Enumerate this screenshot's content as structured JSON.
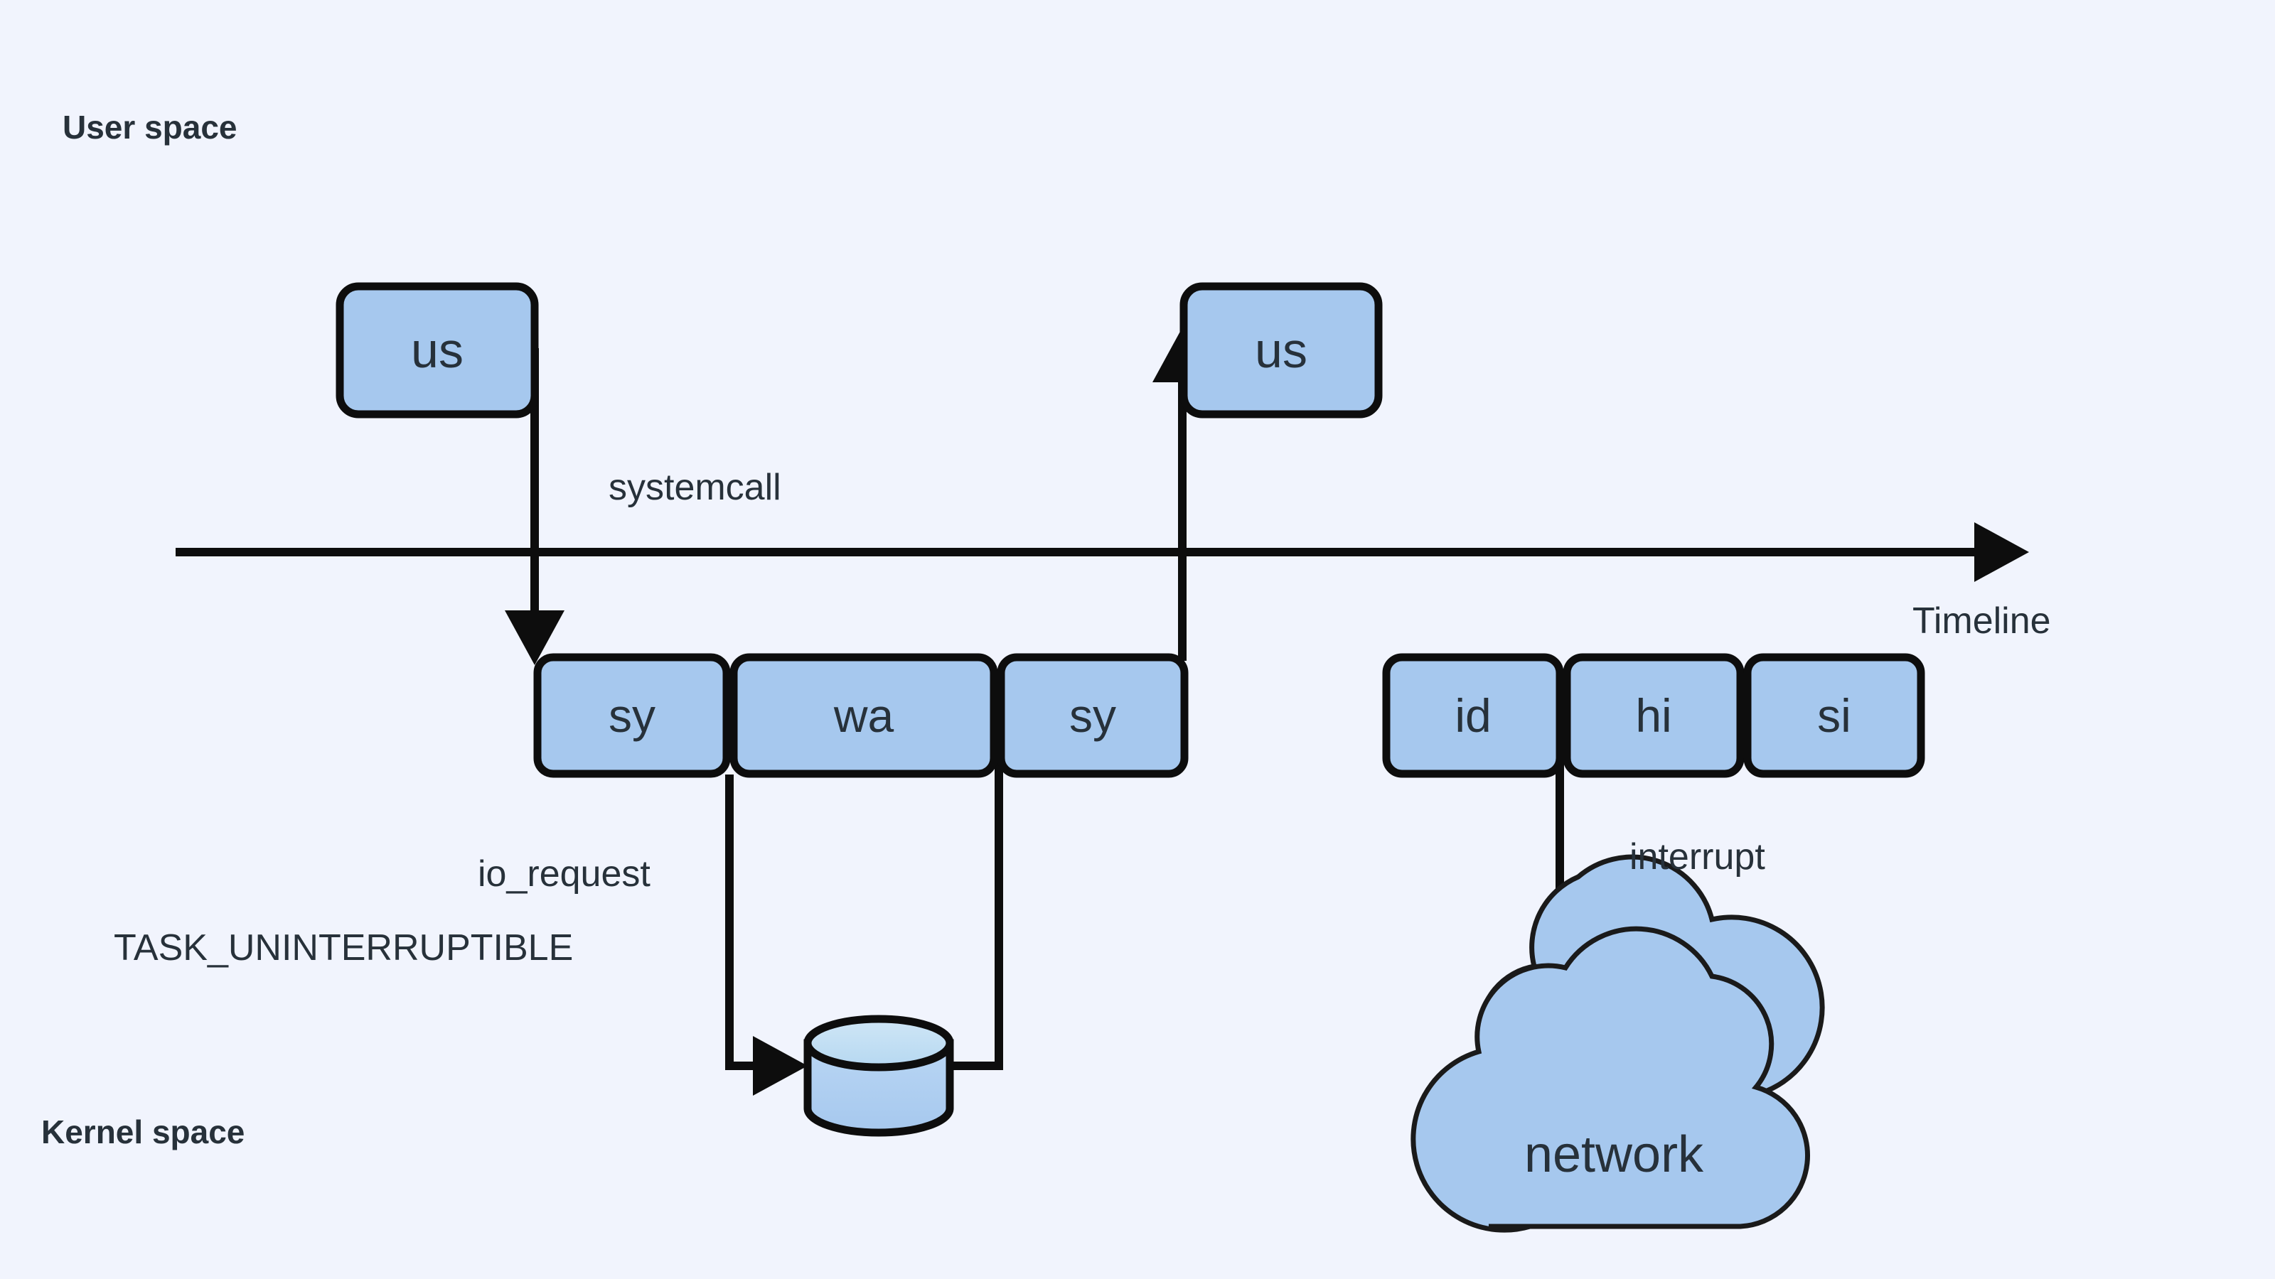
{
  "diagram": {
    "title_labels": {
      "user_space": "User space",
      "kernel_space": "Kernel space",
      "timeline": "Timeline"
    },
    "colors": {
      "background": "#f1f4fd",
      "node_fill": "#a6c8ee",
      "node_stroke": "#0d0d0d",
      "cylinder_top_fill": "#bcdcf2",
      "cloud_fill": "#a6c8ee",
      "text": "#27313a",
      "line": "#0d0d0d"
    },
    "user_space_nodes": [
      {
        "id": "us-1",
        "label": "us"
      },
      {
        "id": "us-2",
        "label": "us"
      }
    ],
    "kernel_nodes_left": [
      {
        "id": "sy-1",
        "label": "sy"
      },
      {
        "id": "wa-1",
        "label": "wa"
      },
      {
        "id": "sy-2",
        "label": "sy"
      }
    ],
    "kernel_nodes_right": [
      {
        "id": "id-1",
        "label": "id"
      },
      {
        "id": "hi-1",
        "label": "hi"
      },
      {
        "id": "si-1",
        "label": "si"
      }
    ],
    "storage_node": {
      "id": "disk",
      "label": ""
    },
    "cloud_node": {
      "id": "network",
      "label": "network"
    },
    "edge_labels": {
      "systemcall": "systemcall",
      "io_request": "io_request",
      "task_state": "TASK_UNINTERRUPTIBLE",
      "interrupt": "interrupt"
    }
  }
}
